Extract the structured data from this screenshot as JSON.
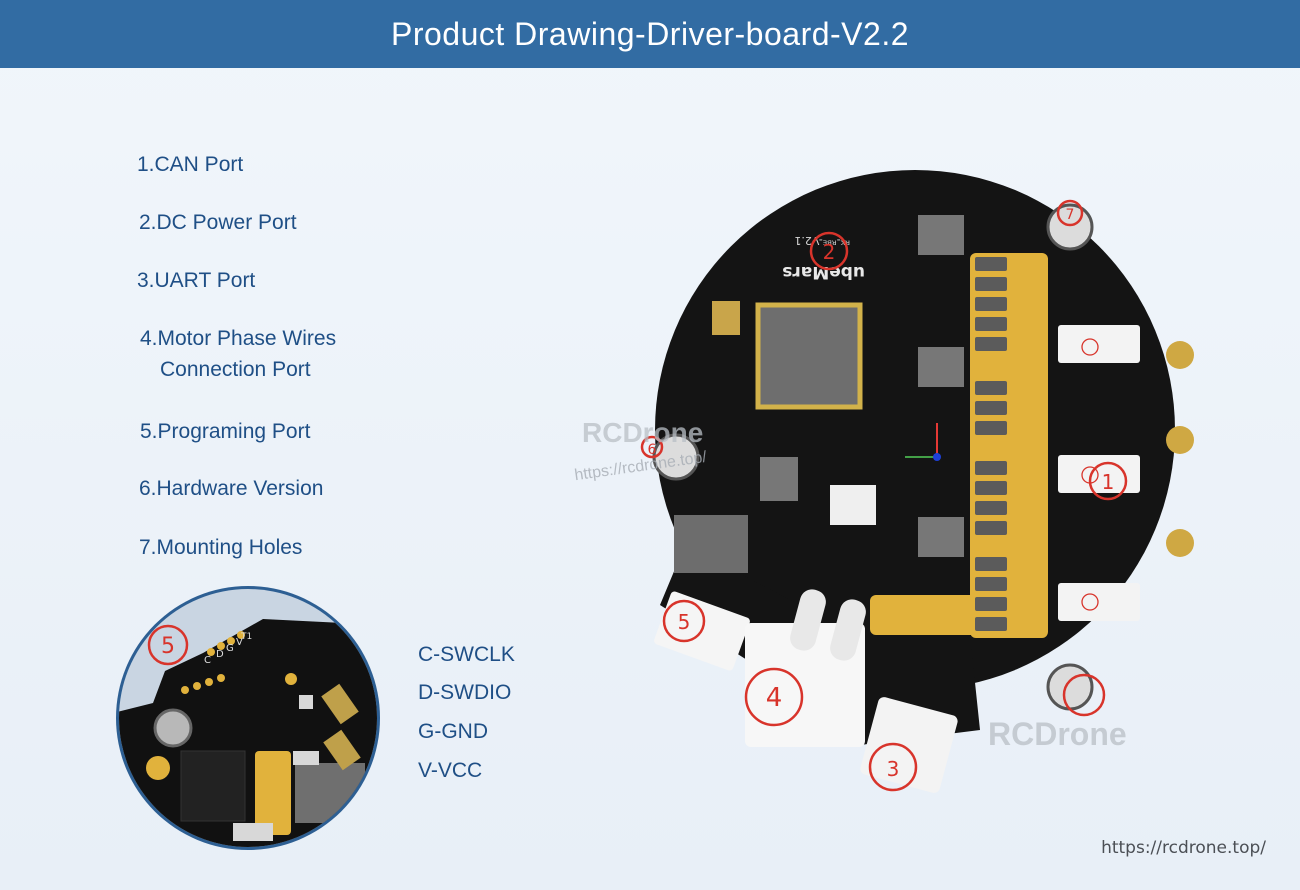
{
  "header": {
    "title": "Product Drawing-Driver-board-V2.2"
  },
  "legend": {
    "items": [
      {
        "line1": "1.CAN Port",
        "line2": ""
      },
      {
        "line1": "2.DC Power Port",
        "line2": ""
      },
      {
        "line1": "3.UART Port",
        "line2": ""
      },
      {
        "line1": "4.Motor Phase Wires",
        "line2": "Connection Port"
      },
      {
        "line1": "5.Programing Port",
        "line2": ""
      },
      {
        "line1": "6.Hardware Version",
        "line2": ""
      },
      {
        "line1": "7.Mounting Holes",
        "line2": ""
      }
    ]
  },
  "pins": [
    "C-SWCLK",
    "D-SWDIO",
    "G-GND",
    "V-VCC"
  ],
  "board": {
    "brand": "ubeMars",
    "version_text": "ᴿᴷ-ᴿᴮᴱ-V2.1",
    "markers": {
      "m1": "1",
      "m2": "2",
      "m3": "3",
      "m4": "4",
      "m5": "5",
      "m6": "6",
      "m7": "7"
    },
    "inset_marker": "5",
    "inset_pins": {
      "c": "C",
      "d": "D",
      "g": "G",
      "v": "V",
      "t1": "T1"
    }
  },
  "watermarks": {
    "left": "RCDrone",
    "left_url": "https://rcdrone.top/",
    "right": "RCDrone"
  },
  "footer": {
    "url": "https://rcdrone.top/"
  },
  "colors": {
    "header": "#326ca3",
    "text": "#1f4f86",
    "marker": "#d8342b",
    "board": "#141414",
    "copper": "#e1b23c"
  }
}
